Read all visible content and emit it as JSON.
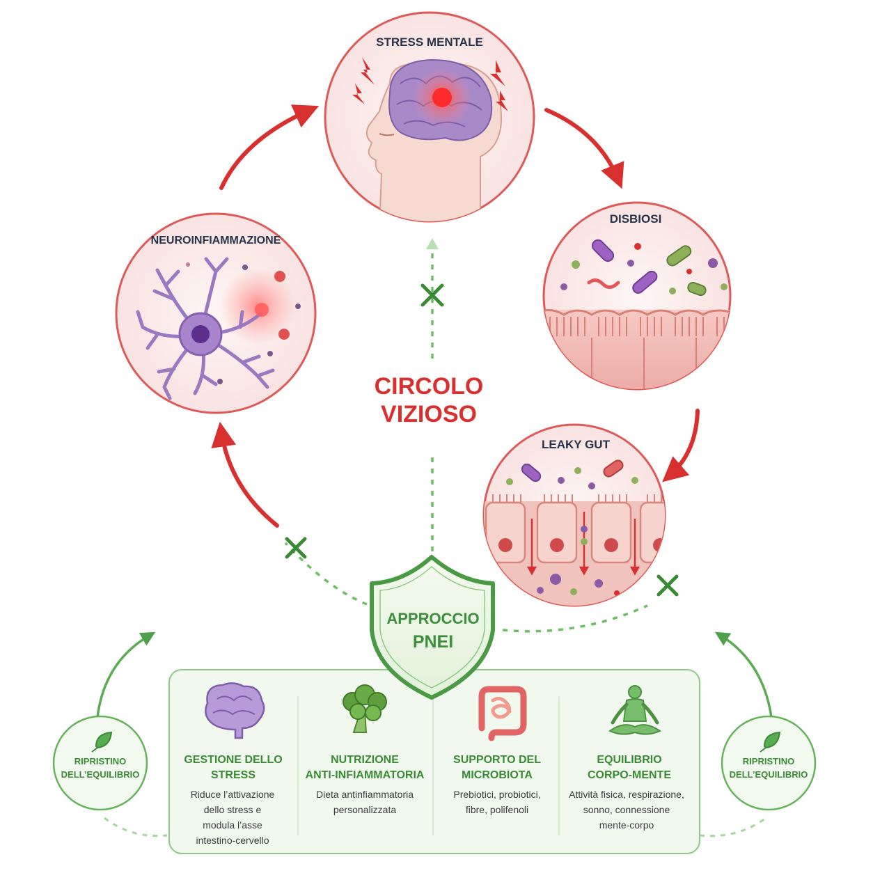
{
  "cycle": {
    "center_title_line1": "CIRCOLO",
    "center_title_line2": "VIZIOSO",
    "nodes": {
      "stress": "STRESS MENTALE",
      "disbiosi": "DISBIOSI",
      "leaky_gut": "LEAKY GUT",
      "neuroinfiammazione": "NEUROINFIAMMAZIONE"
    }
  },
  "shield": {
    "line1": "APPROCCIO",
    "line2": "PNEI"
  },
  "pillars": [
    {
      "title_line1": "GESTIONE DELLO",
      "title_line2": "STRESS",
      "desc": [
        "Riduce l’attivazione",
        "dello stress e",
        "modula l’asse",
        "intestino-cervello"
      ],
      "icon": "brain-icon"
    },
    {
      "title_line1": "NUTRIZIONE",
      "title_line2": "ANTI-INFIAMMATORIA",
      "desc": [
        "Dieta antinfiammatoria",
        "personalizzata"
      ],
      "icon": "broccoli-icon"
    },
    {
      "title_line1": "SUPPORTO DEL",
      "title_line2": "MICROBIOTA",
      "desc": [
        "Prebiotici, probiotici,",
        "fibre, polifenoli"
      ],
      "icon": "intestine-icon"
    },
    {
      "title_line1": "EQUILIBRIO",
      "title_line2": "CORPO-MENTE",
      "desc": [
        "Attività fisica, respirazione,",
        "sonno, connessione",
        "mente-corpo"
      ],
      "icon": "meditation-icon"
    }
  ],
  "side_badges": {
    "left": {
      "line1": "RIPRISTINO",
      "line2": "DELL’EQUILIBRIO",
      "icon": "leaf-icon"
    },
    "right": {
      "line1": "RIPRISTINO",
      "line2": "DELL’EQUILIBRIO",
      "icon": "leaf-icon"
    }
  },
  "colors": {
    "vicious_red": "#d8302f",
    "pnei_green": "#3d8f3d",
    "panel_bg": "#f1f8ee",
    "circle_fill": "#fbeeee"
  }
}
